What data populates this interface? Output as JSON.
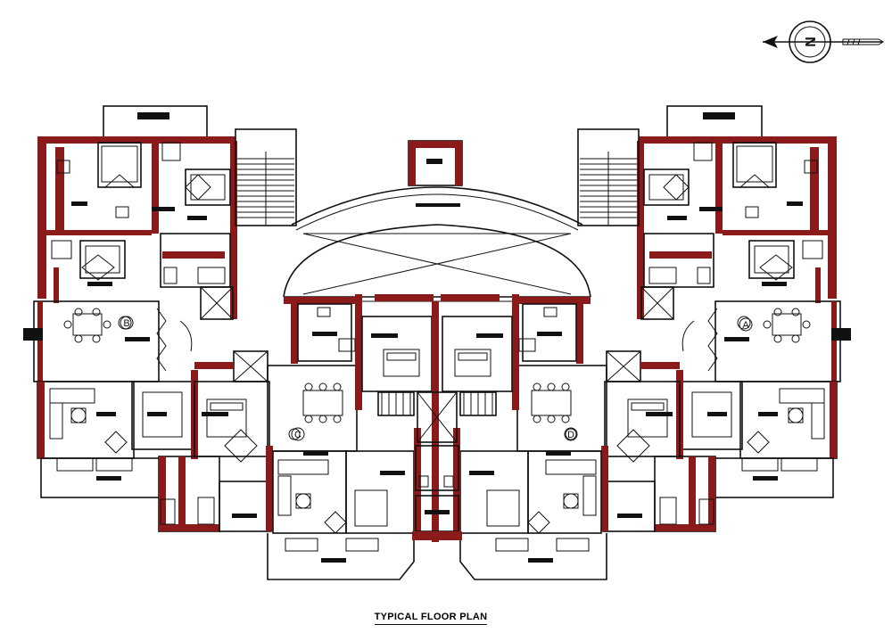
{
  "title": "TYPICAL FLOOR PLAN",
  "compass": {
    "letter": "N",
    "icon": "north-arrow-icon"
  },
  "unit_labels": [
    "A",
    "B",
    "C",
    "D"
  ],
  "colors": {
    "wall": "#8b1a1a",
    "line": "#111111",
    "background": "#ffffff"
  }
}
